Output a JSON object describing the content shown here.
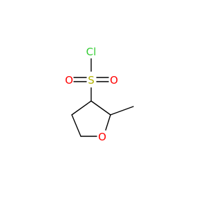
{
  "molecule": {
    "atoms": {
      "chlorine": {
        "symbol": "Cl",
        "color": "#33cc33"
      },
      "sulfur": {
        "symbol": "S",
        "color": "#b2b200"
      },
      "oxygen_sulfonyl_left": {
        "symbol": "O",
        "color": "#ff0000"
      },
      "oxygen_sulfonyl_right": {
        "symbol": "O",
        "color": "#ff0000"
      },
      "oxygen_ring": {
        "symbol": "O",
        "color": "#ff0000"
      }
    },
    "bond_color": "#000000"
  }
}
